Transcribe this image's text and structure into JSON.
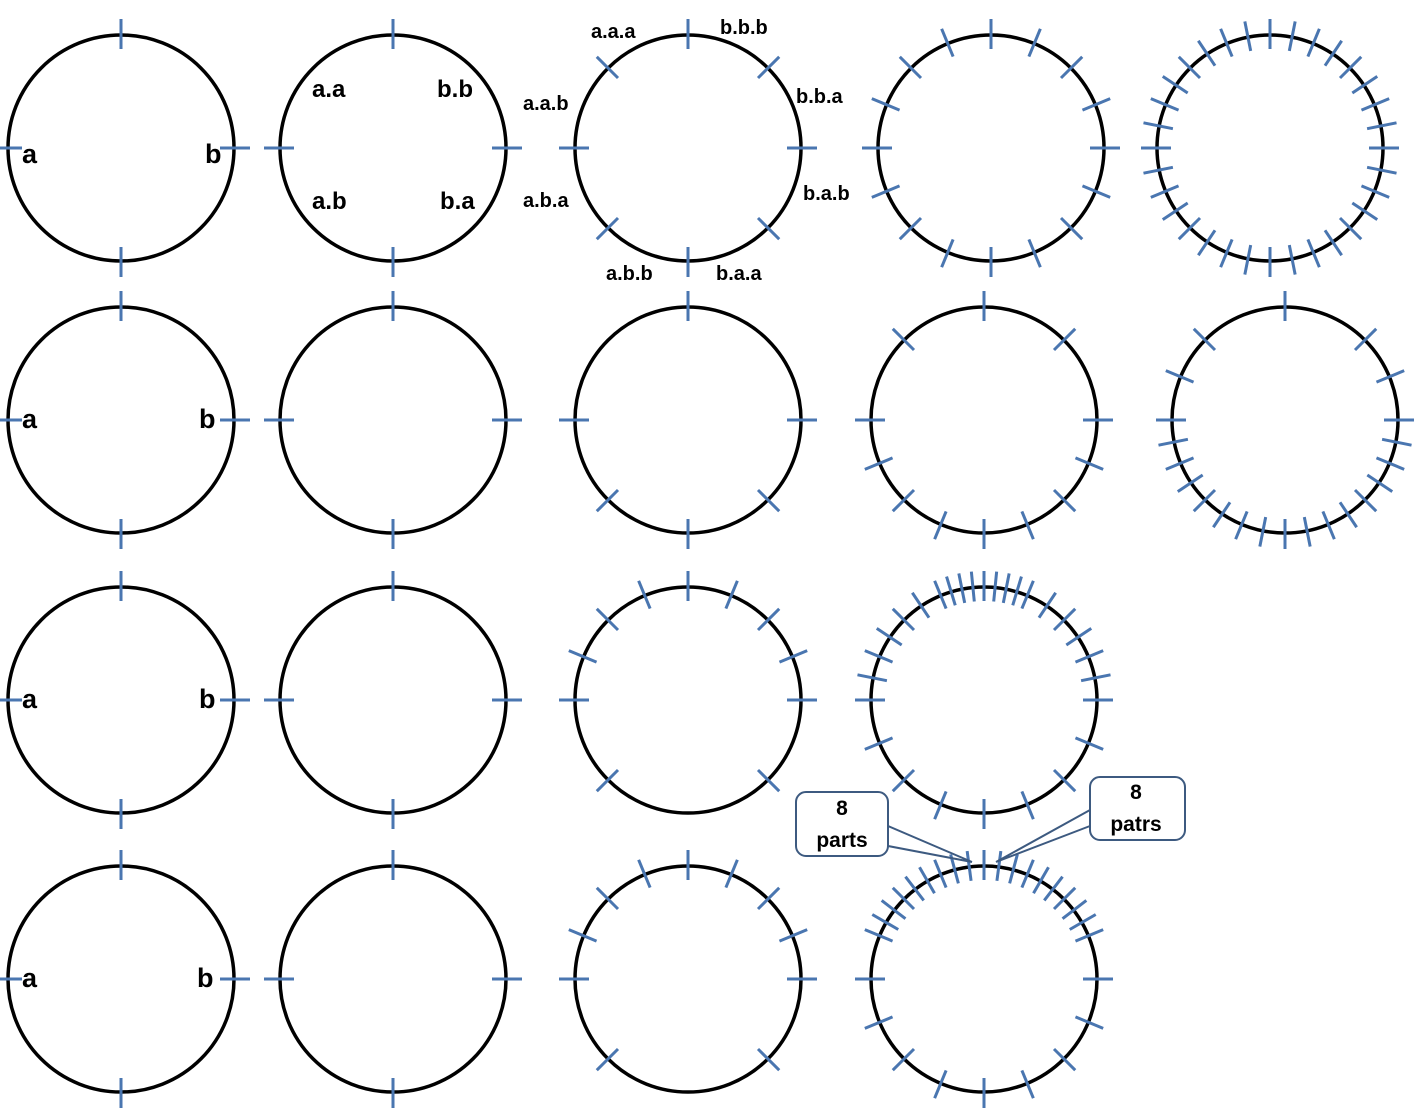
{
  "tick_color": "#4a76b0",
  "circle_color": "#000000",
  "labels": {
    "r1c1_a": "a",
    "r1c1_b": "b",
    "r1c2_aa": "a.a",
    "r1c2_bb": "b.b",
    "r1c2_ab": "a.b",
    "r1c2_ba": "b.a",
    "r1c3_aaa": "a.a.a",
    "r1c3_bbb": "b.b.b",
    "r1c3_aab": "a.a.b",
    "r1c3_bba": "b.b.a",
    "r1c3_aba": "a.b.a",
    "r1c3_bab": "b.a.b",
    "r1c3_abb": "a.b.b",
    "r1c3_baa": "b.a.a",
    "r2c1_a": "a",
    "r2c1_b": "b",
    "r3c1_a": "a",
    "r3c1_b": "b",
    "r4c1_a": "a",
    "r4c1_b": "b"
  },
  "callouts": {
    "left_num": "8",
    "left_word": "parts",
    "right_num": "8",
    "right_word": "patrs"
  },
  "circles": [
    {
      "id": "r1c1",
      "ticks_deg": [
        0,
        90,
        180,
        270
      ]
    },
    {
      "id": "r1c2",
      "ticks_deg": [
        0,
        90,
        180,
        270
      ]
    },
    {
      "id": "r1c3",
      "ticks_deg": [
        0,
        45,
        90,
        135,
        180,
        225,
        270,
        315
      ]
    },
    {
      "id": "r1c4",
      "ticks_deg": [
        0,
        22.5,
        45,
        67.5,
        90,
        112.5,
        135,
        157.5,
        180,
        202.5,
        225,
        247.5,
        270,
        292.5,
        315,
        337.5
      ]
    },
    {
      "id": "r1c5",
      "ticks_deg": [
        0,
        11.25,
        22.5,
        33.75,
        45,
        56.25,
        67.5,
        78.75,
        90,
        101.25,
        112.5,
        123.75,
        135,
        146.25,
        157.5,
        168.75,
        180,
        191.25,
        202.5,
        213.75,
        225,
        236.25,
        247.5,
        258.75,
        270,
        281.25,
        292.5,
        303.75,
        315,
        326.25,
        337.5,
        348.75
      ]
    },
    {
      "id": "r2c1",
      "ticks_deg": [
        0,
        90,
        180,
        270
      ]
    },
    {
      "id": "r2c2",
      "ticks_deg": [
        0,
        90,
        180,
        270
      ]
    },
    {
      "id": "r2c3",
      "ticks_deg": [
        0,
        90,
        135,
        180,
        225,
        270
      ]
    },
    {
      "id": "r2c4",
      "ticks_deg": [
        0,
        45,
        90,
        112.5,
        135,
        157.5,
        180,
        202.5,
        225,
        247.5,
        270,
        315
      ]
    },
    {
      "id": "r2c5",
      "ticks_deg": [
        0,
        45,
        67.5,
        90,
        101.25,
        112.5,
        123.75,
        135,
        146.25,
        157.5,
        168.75,
        180,
        191.25,
        202.5,
        213.75,
        225,
        236.25,
        247.5,
        258.75,
        270,
        292.5,
        315
      ]
    },
    {
      "id": "r3c1",
      "ticks_deg": [
        0,
        90,
        180,
        270
      ]
    },
    {
      "id": "r3c2",
      "ticks_deg": [
        0,
        90,
        180,
        270
      ]
    },
    {
      "id": "r3c3",
      "ticks_deg": [
        0,
        22.5,
        45,
        67.5,
        90,
        135,
        225,
        270,
        292.5,
        315,
        337.5
      ]
    },
    {
      "id": "r3c4",
      "ticks_deg": [
        0,
        5.625,
        11.25,
        16.875,
        22.5,
        33.75,
        45,
        56.25,
        67.5,
        78.75,
        90,
        112.5,
        135,
        157.5,
        180,
        202.5,
        225,
        247.5,
        270,
        281.25,
        292.5,
        303.75,
        315,
        326.25,
        337.5,
        343.125,
        348.75,
        354.375
      ]
    },
    {
      "id": "r4c1",
      "ticks_deg": [
        0,
        90,
        180,
        270
      ]
    },
    {
      "id": "r4c2",
      "ticks_deg": [
        0,
        90,
        180,
        270
      ]
    },
    {
      "id": "r4c3",
      "ticks_deg": [
        0,
        22.5,
        45,
        67.5,
        90,
        135,
        225,
        270,
        292.5,
        315,
        337.5
      ]
    },
    {
      "id": "r4c4",
      "ticks_deg": [
        0,
        7.5,
        15,
        22.5,
        30,
        37.5,
        45,
        52.5,
        60,
        67.5,
        90,
        112.5,
        135,
        157.5,
        180,
        202.5,
        225,
        247.5,
        270,
        292.5,
        300,
        307.5,
        315,
        322.5,
        330,
        337.5,
        345,
        352.5
      ]
    }
  ]
}
